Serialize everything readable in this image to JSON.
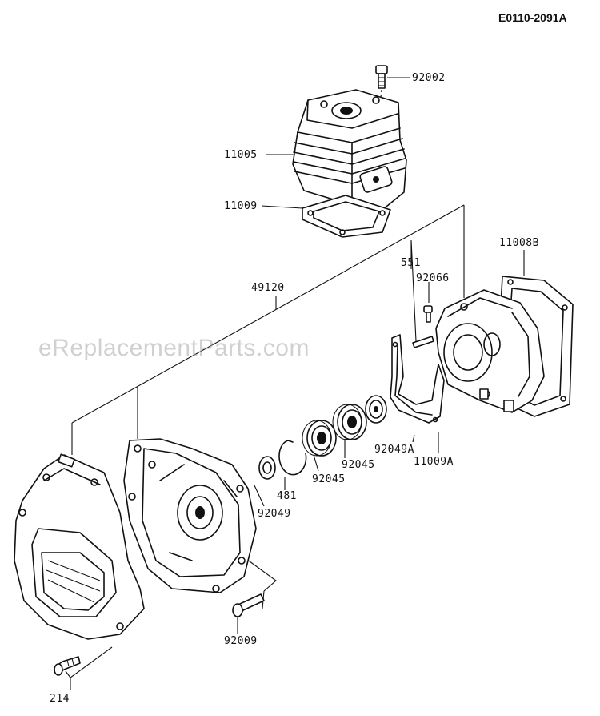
{
  "diagram": {
    "code": "E0110-2091A",
    "watermark": "eReplacementParts.com",
    "parts": [
      {
        "id": "92002"
      },
      {
        "id": "11005"
      },
      {
        "id": "11009"
      },
      {
        "id": "11008B"
      },
      {
        "id": "551"
      },
      {
        "id": "92066"
      },
      {
        "id": "49120"
      },
      {
        "id": "92049A"
      },
      {
        "id": "11009A"
      },
      {
        "id": "92045"
      },
      {
        "id": "92045"
      },
      {
        "id": "481"
      },
      {
        "id": "92049"
      },
      {
        "id": "92009"
      },
      {
        "id": "214"
      }
    ]
  },
  "colors": {
    "ink": "#111111",
    "background": "#ffffff",
    "watermark": "#aaaaaa"
  }
}
